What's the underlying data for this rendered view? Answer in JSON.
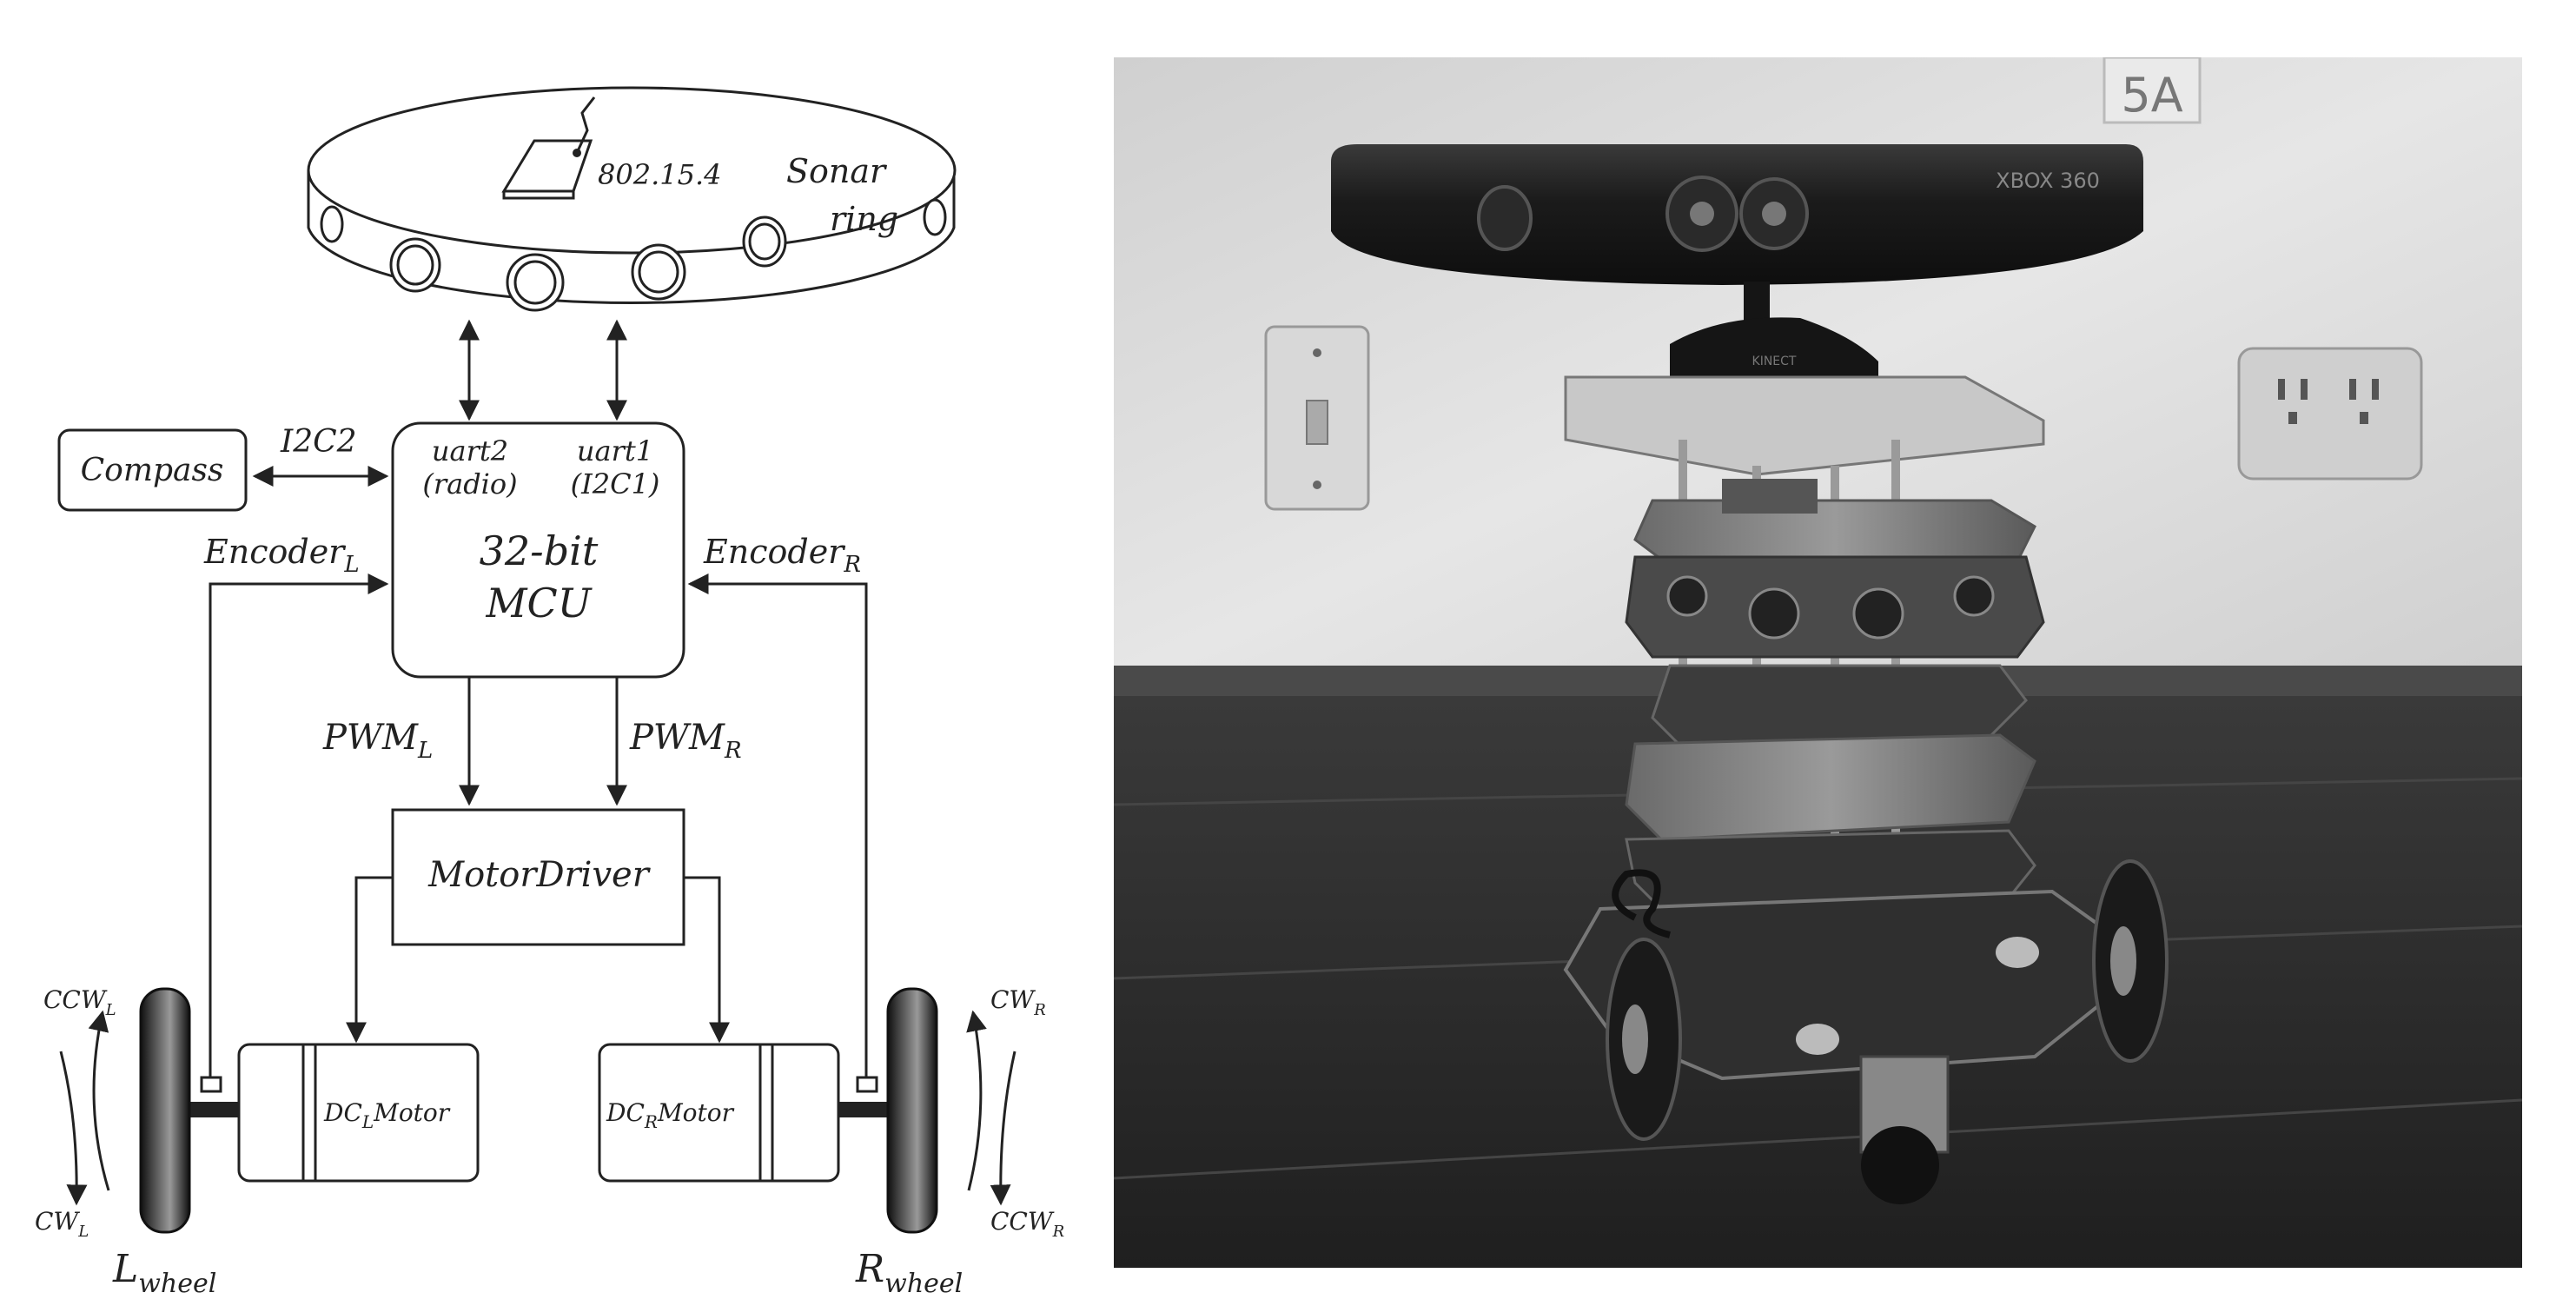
{
  "diagram": {
    "sonar_ring": {
      "label_line1": "Sonar",
      "label_line2": "ring",
      "radio_label": "802.15.4"
    },
    "compass": {
      "label": "Compass"
    },
    "i2c2_label": "I2C2",
    "mcu": {
      "uart2": "uart2",
      "uart2_sub": "(radio)",
      "uart1": "uart1",
      "uart1_sub": "(I2C1)",
      "title_line1": "32-bit",
      "title_line2": "MCU"
    },
    "encoder_left": {
      "base": "Encoder",
      "sub": "L"
    },
    "encoder_right": {
      "base": "Encoder",
      "sub": "R"
    },
    "pwm_left": {
      "base": "PWM",
      "sub": "L"
    },
    "pwm_right": {
      "base": "PWM",
      "sub": "R"
    },
    "motor_driver": {
      "label": "MotorDriver"
    },
    "dc_left_motor": {
      "pre": "DC",
      "sub": "L",
      "post": "Motor"
    },
    "dc_right_motor": {
      "pre": "DC",
      "sub": "R",
      "post": "Motor"
    },
    "ccw_left": {
      "base": "CCW",
      "sub": "L"
    },
    "cw_left": {
      "base": "CW",
      "sub": "L"
    },
    "cw_right": {
      "base": "CW",
      "sub": "R"
    },
    "ccw_right": {
      "base": "CCW",
      "sub": "R"
    },
    "left_wheel": {
      "base": "L",
      "sub": "wheel"
    },
    "right_wheel": {
      "base": "R",
      "sub": "wheel"
    }
  },
  "photo": {
    "room_sign": "5A",
    "sensor_brand": "XBOX 360",
    "sensor_base_brand": "KINECT",
    "colors": {
      "wall": "#dedede",
      "floor": "#2e2e2e",
      "sensor": "#1b1b1b"
    }
  }
}
